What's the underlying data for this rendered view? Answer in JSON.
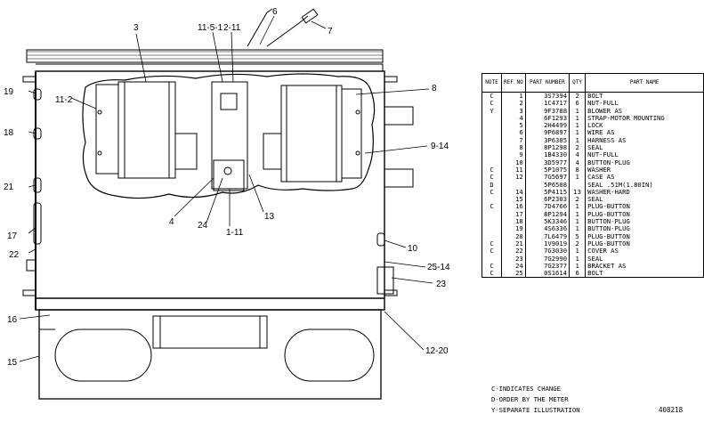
{
  "callouts": {
    "c3": "3",
    "c11_5_1": "11-5-1",
    "c2_11": "2-11",
    "c6": "6",
    "c7": "7",
    "c8": "8",
    "c11_2": "11-2",
    "c19": "19",
    "c18": "18",
    "c9_14": "9-14",
    "c21": "21",
    "c17": "17",
    "c22": "22",
    "c4": "4",
    "c24": "24",
    "c1_11": "1-11",
    "c13": "13",
    "c10": "10",
    "c25_14": "25-14",
    "c23": "23",
    "c16": "16",
    "c15": "15",
    "c12_20": "12-20"
  },
  "table": {
    "headers": {
      "note": "NOTE",
      "ref": "REF NO",
      "part": "PART NUMBER",
      "qty": "QTY",
      "name": "PART NAME"
    },
    "rows": [
      {
        "note": "C",
        "ref": "1",
        "pn": "3S7394",
        "qty": "2",
        "name": "BOLT"
      },
      {
        "note": "C",
        "ref": "2",
        "pn": "1C4717",
        "qty": "6",
        "name": "NUT-FULL"
      },
      {
        "note": "Y",
        "ref": "3",
        "pn": "9F3788",
        "qty": "1",
        "name": "BLOWER AS"
      },
      {
        "note": "",
        "ref": "4",
        "pn": "6F1293",
        "qty": "1",
        "name": "STRAP-MOTOR MOUNTING"
      },
      {
        "note": "",
        "ref": "5",
        "pn": "2H4499",
        "qty": "1",
        "name": "LOCK"
      },
      {
        "note": "",
        "ref": "6",
        "pn": "9P6897",
        "qty": "1",
        "name": "WIRE AS"
      },
      {
        "note": "",
        "ref": "7",
        "pn": "3P6385",
        "qty": "1",
        "name": "HARNESS AS"
      },
      {
        "note": "",
        "ref": "8",
        "pn": "8P1298",
        "qty": "2",
        "name": "SEAL"
      },
      {
        "note": "",
        "ref": "9",
        "pn": "1B4330",
        "qty": "4",
        "name": "NUT-FULL"
      },
      {
        "note": "",
        "ref": "10",
        "pn": "3D5977",
        "qty": "4",
        "name": "BUTTON-PLUG"
      },
      {
        "note": "C",
        "ref": "11",
        "pn": "5P1075",
        "qty": "8",
        "name": "WASHER"
      },
      {
        "note": "C",
        "ref": "12",
        "pn": "7G5697",
        "qty": "1",
        "name": "CASE AS"
      },
      {
        "note": "D",
        "ref": "",
        "pn": "5P6508",
        "qty": "",
        "name": "SEAL .51M(1.80IN)"
      },
      {
        "note": "C",
        "ref": "14",
        "pn": "5P4115",
        "qty": "13",
        "name": "WASHER-HARD"
      },
      {
        "note": "",
        "ref": "15",
        "pn": "6P2303",
        "qty": "2",
        "name": "SEAL"
      },
      {
        "note": "C",
        "ref": "16",
        "pn": "7D4766",
        "qty": "1",
        "name": "PLUG-BUTTON"
      },
      {
        "note": "",
        "ref": "17",
        "pn": "8P1294",
        "qty": "1",
        "name": "PLUG-BUTTON"
      },
      {
        "note": "",
        "ref": "18",
        "pn": "5K3346",
        "qty": "1",
        "name": "BUTTON-PLUG"
      },
      {
        "note": "",
        "ref": "19",
        "pn": "4S6336",
        "qty": "1",
        "name": "BUTTON-PLUG"
      },
      {
        "note": "",
        "ref": "20",
        "pn": "7L6479",
        "qty": "5",
        "name": "PLUG-BUTTON"
      },
      {
        "note": "C",
        "ref": "21",
        "pn": "1V9019",
        "qty": "2",
        "name": "PLUG-BUTTON"
      },
      {
        "note": "C",
        "ref": "22",
        "pn": "7G3030",
        "qty": "1",
        "name": "COVER AS"
      },
      {
        "note": "",
        "ref": "23",
        "pn": "7G2990",
        "qty": "1",
        "name": "SEAL"
      },
      {
        "note": "C",
        "ref": "24",
        "pn": "7G2377",
        "qty": "1",
        "name": "BRACKET AS"
      },
      {
        "note": "C",
        "ref": "25",
        "pn": "0S1614",
        "qty": "6",
        "name": "BOLT"
      }
    ]
  },
  "footnotes": {
    "change": "C-INDICATES CHANGE",
    "order": "D-ORDER BY THE METER",
    "separate": "Y-SEPARATE ILLUSTRATION"
  },
  "illustration_number": "408218"
}
